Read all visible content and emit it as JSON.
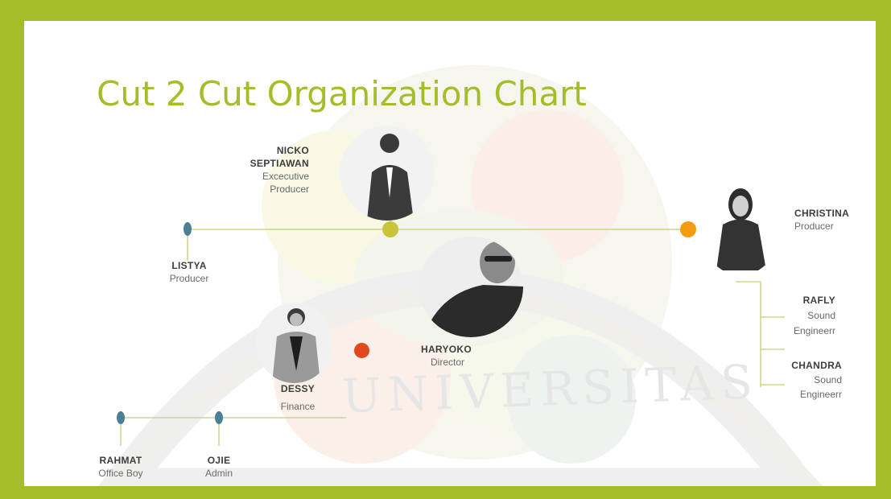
{
  "title": "Cut 2 Cut Organization Chart",
  "watermark": "UNIVERSITAS",
  "colors": {
    "frame": "#a6bd2a",
    "title": "#a6bd2a",
    "line": "#c9d68a",
    "dot_blue": "#4a7f96",
    "dot_olive": "#c9c53a",
    "dot_orange": "#f39c12",
    "dot_red": "#e0491c"
  },
  "people": {
    "nicko": {
      "name_line1": "NICKO",
      "name_line2": "SEPTIAWAN",
      "role_line1": "Excecutive",
      "role_line2": "Producer",
      "icon": "person-photo"
    },
    "christina": {
      "name": "CHRISTINA",
      "role": "Producer",
      "icon": "person-photo"
    },
    "listya": {
      "name": "LISTYA",
      "role": "Producer"
    },
    "haryoko": {
      "name": "HARYOKO",
      "role": "Director",
      "icon": "person-photo"
    },
    "dessy": {
      "name": "DESSY",
      "role": "Finance",
      "icon": "person-photo"
    },
    "rafly": {
      "name": "RAFLY",
      "role_line1": "Sound",
      "role_line2": "Engineerr"
    },
    "chandra": {
      "name": "CHANDRA",
      "role_line1": "Sound",
      "role_line2": "Engineerr"
    },
    "rahmat": {
      "name": "RAHMAT",
      "role": "Office Boy"
    },
    "ojie": {
      "name": "OJIE",
      "role": "Admin"
    }
  }
}
